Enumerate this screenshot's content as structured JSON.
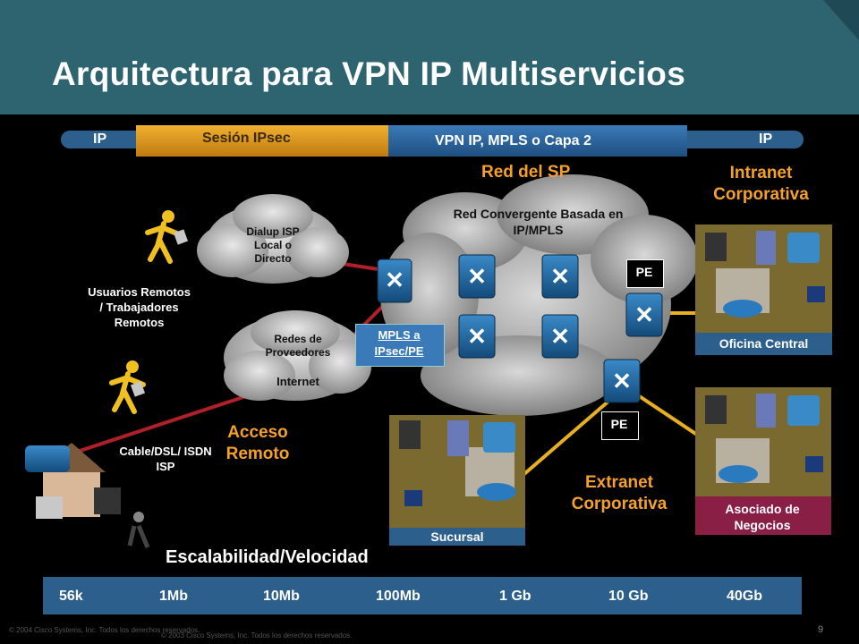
{
  "slide": {
    "title": "Arquitectura para VPN IP Multiservicios",
    "page_number": "9"
  },
  "top_bar": {
    "left_ip": "IP",
    "ipsec": "Sesión IPsec",
    "vpn": "VPN IP, MPLS o Capa 2",
    "right_ip": "IP"
  },
  "labels": {
    "red_sp": "Red del SP",
    "intranet": "Intranet Corporativa",
    "convergent": "Red Convergente Basada en IP/MPLS",
    "dialup": "Dialup ISP Local o Directo",
    "providers": "Redes de Proveedores",
    "internet": "Internet",
    "users": "Usuarios Remotos / Trabajadores Remotos",
    "mpls_ipsec": "MPLS a IPsec/PE",
    "pe_top": "PE",
    "pe_bottom": "PE",
    "remote_access": "Acceso Remoto",
    "cable": "Cable/DSL/ ISDN ISP",
    "extranet": "Extranet Corporativa",
    "head_office": "Oficina Central",
    "partner": "Asociado de Negocios",
    "branch": "Sucursal",
    "scalability": "Escalabilidad/Velocidad"
  },
  "speeds": [
    "56k",
    "1Mb",
    "10Mb",
    "100Mb",
    "1 Gb",
    "10 Gb",
    "40Gb"
  ],
  "footer": {
    "copyright_1": "© 2004 Cisco Systems, Inc. Todos los derechos reservados.",
    "copyright_2": "© 2003 Cisco Systems, Inc. Todos los derechos reservados."
  },
  "colors": {
    "header": "#2e6470",
    "accent_orange": "#f5a02a",
    "bar_blue": "#2d5f8c",
    "link_red": "#b0202a",
    "link_yellow": "#e8b020",
    "partner_badge": "#8a1f45",
    "office_badge": "#2d5f8c"
  }
}
